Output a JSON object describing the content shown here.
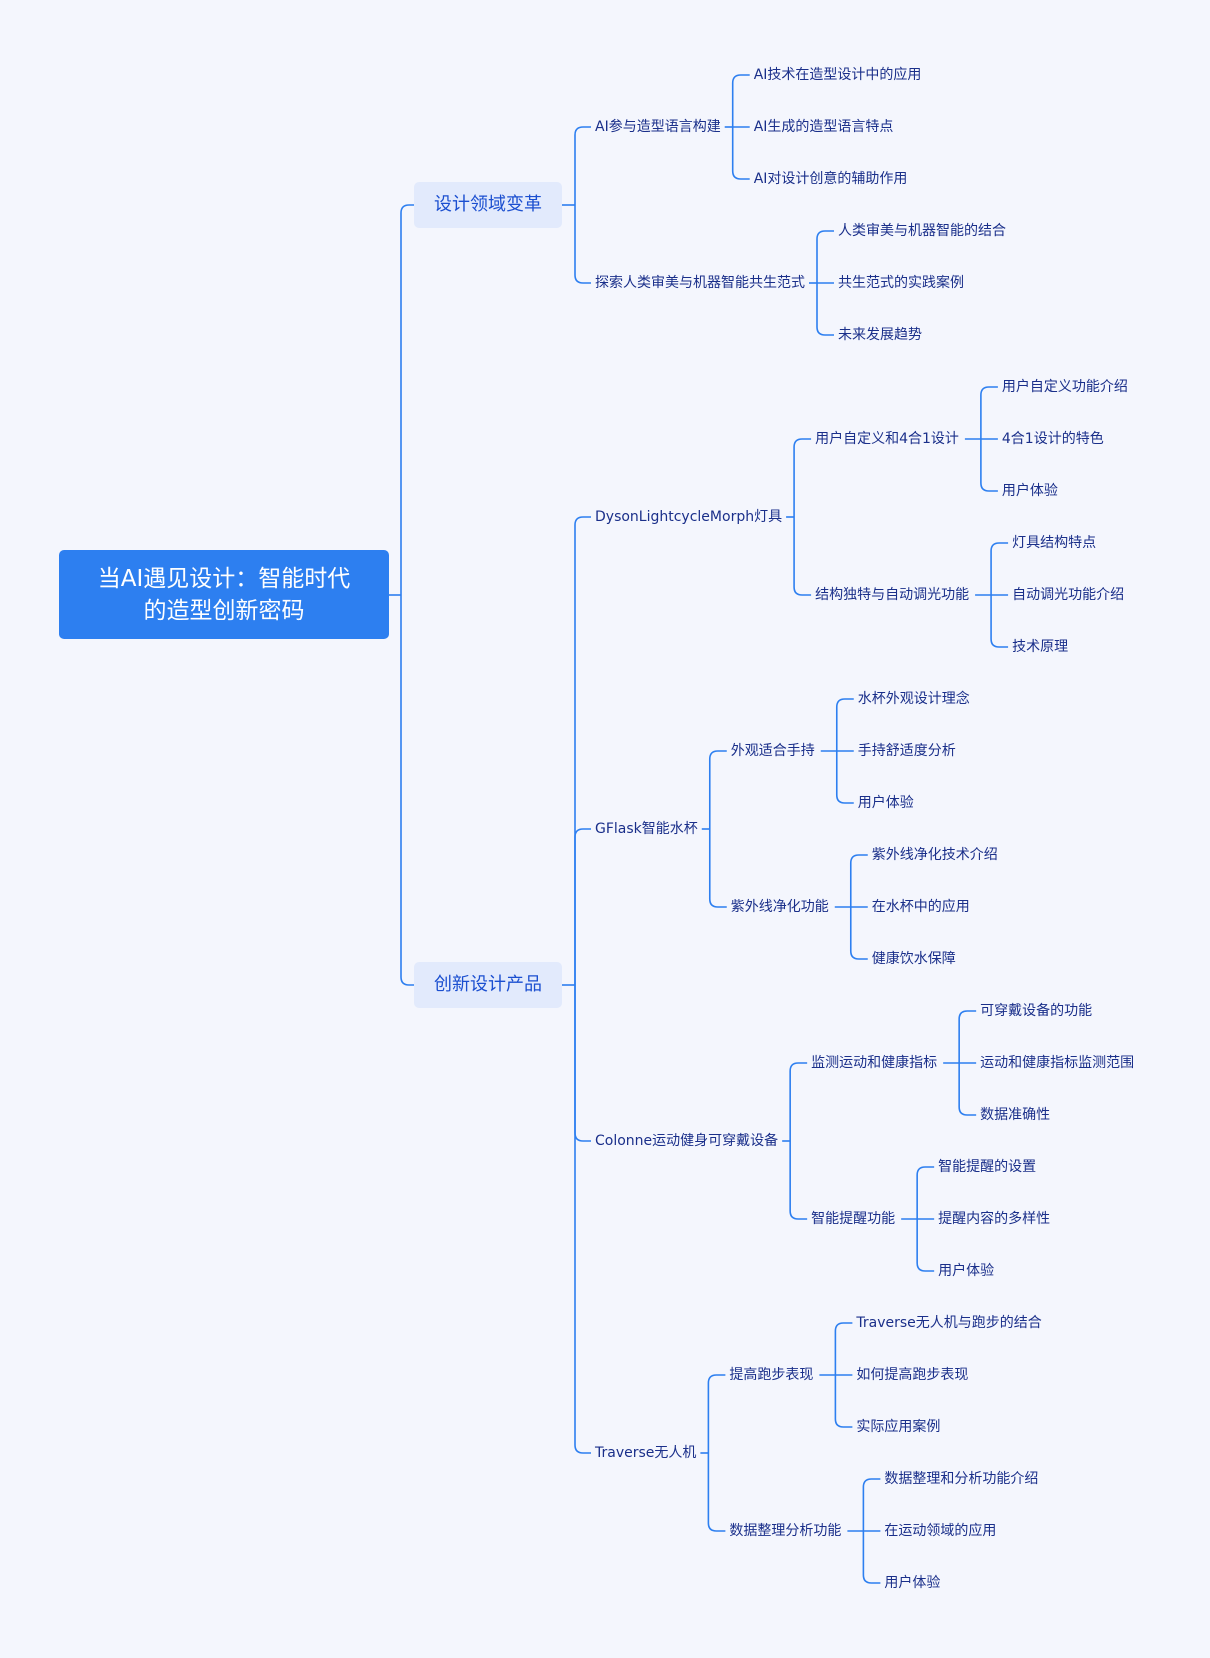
{
  "colors": {
    "background": "#f4f6fd",
    "root_fill": "#2d7ff0",
    "branch_fill": "#e2eafc",
    "line": "#2d7ff0",
    "text": "#1a2f8a"
  },
  "root": {
    "title": "当AI遇见设计：智能时代的造型创新密码"
  },
  "branches": [
    {
      "label": "设计领域变革",
      "children": [
        {
          "label": "AI参与造型语言构建",
          "children": [
            "AI技术在造型设计中的应用",
            "AI生成的造型语言特点",
            "AI对设计创意的辅助作用"
          ]
        },
        {
          "label": "探索人类审美与机器智能共生范式",
          "children": [
            "人类审美与机器智能的结合",
            "共生范式的实践案例",
            "未来发展趋势"
          ]
        }
      ]
    },
    {
      "label": "创新设计产品",
      "children": [
        {
          "label": "DysonLightcycleMorph灯具",
          "children": [
            {
              "label": "用户自定义和4合1设计",
              "children": [
                "用户自定义功能介绍",
                "4合1设计的特色",
                "用户体验"
              ]
            },
            {
              "label": "结构独特与自动调光功能",
              "children": [
                "灯具结构特点",
                "自动调光功能介绍",
                "技术原理"
              ]
            }
          ]
        },
        {
          "label": "GFlask智能水杯",
          "children": [
            {
              "label": "外观适合手持",
              "children": [
                "水杯外观设计理念",
                "手持舒适度分析",
                "用户体验"
              ]
            },
            {
              "label": "紫外线净化功能",
              "children": [
                "紫外线净化技术介绍",
                "在水杯中的应用",
                "健康饮水保障"
              ]
            }
          ]
        },
        {
          "label": "Colonne运动健身可穿戴设备",
          "children": [
            {
              "label": "监测运动和健康指标",
              "children": [
                "可穿戴设备的功能",
                "运动和健康指标监测范围",
                "数据准确性"
              ]
            },
            {
              "label": "智能提醒功能",
              "children": [
                "智能提醒的设置",
                "提醒内容的多样性",
                "用户体验"
              ]
            }
          ]
        },
        {
          "label": "Traverse无人机",
          "children": [
            {
              "label": "提高跑步表现",
              "children": [
                "Traverse无人机与跑步的结合",
                "如何提高跑步表现",
                "实际应用案例"
              ]
            },
            {
              "label": "数据整理分析功能",
              "children": [
                "数据整理和分析功能介绍",
                "在运动领域的应用",
                "用户体验"
              ]
            }
          ]
        }
      ]
    }
  ]
}
